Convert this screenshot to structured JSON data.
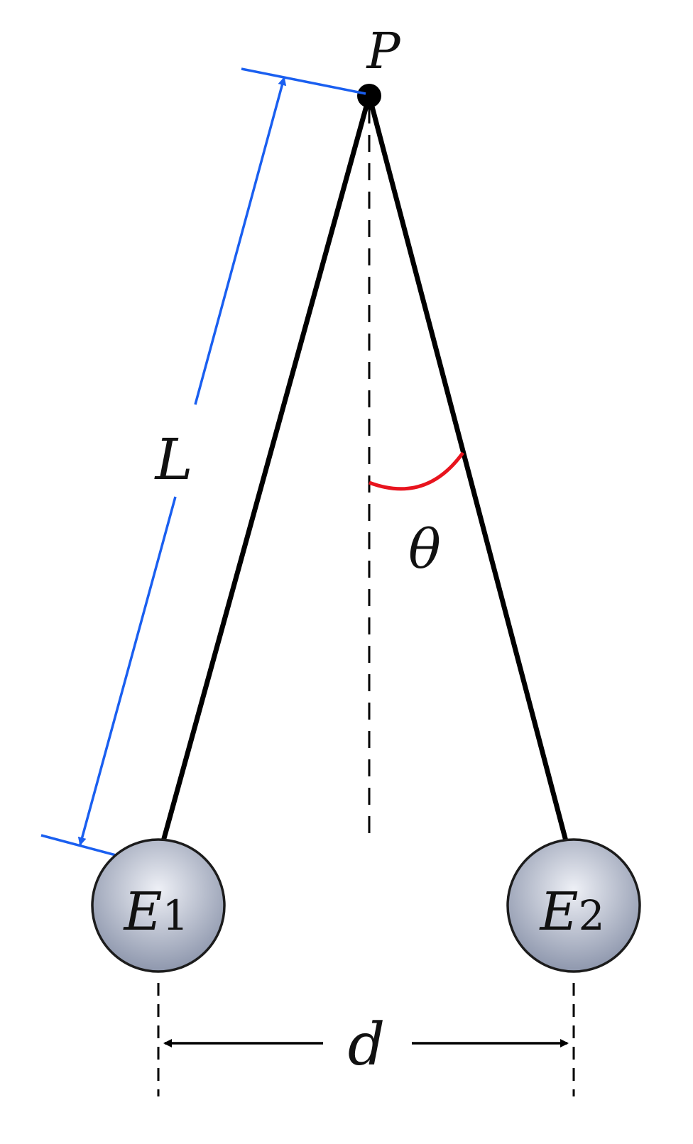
{
  "labels": {
    "pivot": "P",
    "length": "L",
    "angle": "θ",
    "separation": "d",
    "ball_left_main": "E",
    "ball_left_sub": "1",
    "ball_right_main": "E",
    "ball_right_sub": "2"
  },
  "colors": {
    "string": "#000000",
    "length_dimension": "#1a5ff0",
    "angle_arc": "#e8141e",
    "ball_edge": "#1c1c1c",
    "ball_fill_light": "#eef0f6",
    "ball_fill_dark": "#8e97ad"
  }
}
